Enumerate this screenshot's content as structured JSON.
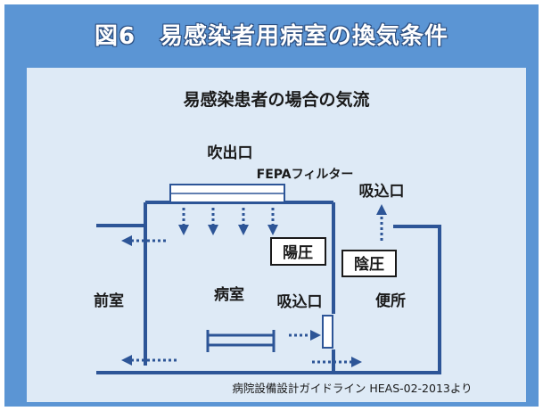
{
  "figure": {
    "title": "図6　易感染者用病室の換気条件",
    "subtitle": "易感染患者の場合の気流",
    "source": "病院設備設計ガイドライン HEAS-02-2013より"
  },
  "labels": {
    "supply_outlet": "吹出口",
    "filter": "FEPAフィルター",
    "exhaust_toilet": "吸込口",
    "exhaust_room": "吸込口",
    "positive_pressure": "陽圧",
    "negative_pressure": "陰圧",
    "anteroom": "前室",
    "patient_room": "病室",
    "toilet": "便所"
  },
  "colors": {
    "frame_blue": "#5b95d4",
    "panel_bg": "#deeaf6",
    "wall_blue": "#2d5597"
  }
}
